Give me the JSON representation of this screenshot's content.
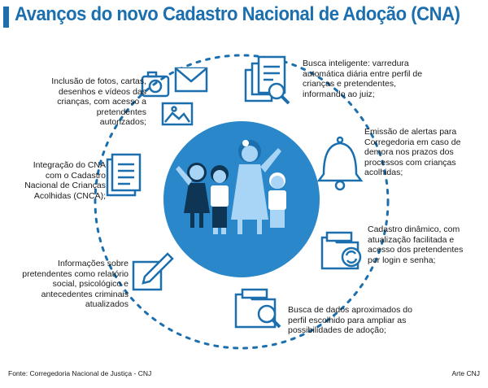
{
  "header": {
    "title": "Avanços do novo Cadastro Nacional de Adoção (CNA)"
  },
  "features": [
    {
      "id": "photos",
      "text": "Inclusão de fotos, cartas, desenhos e vídeos das crianças, com acesso a pretendentes autorizados;"
    },
    {
      "id": "search",
      "text": "Busca inteligente: varredura automática diária entre perfil de crianças e pretendentes, informando ao juiz;"
    },
    {
      "id": "alerts",
      "text": "Emissão de alertas para Corregedoria em caso de demora nos prazos dos processos com crianças acolhidas;"
    },
    {
      "id": "cnca",
      "text": "Integração do CNA com o Cadastro Nacional de Crianças Acolhidas (CNCA);"
    },
    {
      "id": "dynamic",
      "text": "Cadastro dinâmico, com atualização facilitada e acesso dos pretendentes por login e senha;"
    },
    {
      "id": "info",
      "text": "Informações sobre pretendentes como relatório social, psicológico e antecedentes criminais atualizados"
    },
    {
      "id": "approx",
      "text": "Busca de dados aproximados do perfil escolhido para ampliar as possibilidades de adoção;"
    }
  ],
  "footer": {
    "source": "Fonte: Corregedoria Nacional de Justiça - CNJ",
    "credit": "Arte CNJ"
  },
  "colors": {
    "primary": "#1b6fae",
    "circle": "#2a87c9",
    "light": "#a8d4f5",
    "dark": "#0e3553"
  }
}
